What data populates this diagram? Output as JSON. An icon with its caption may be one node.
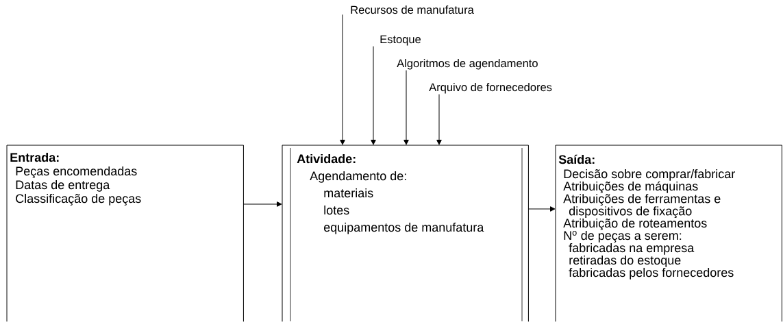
{
  "diagram": {
    "nodes": [
      {
        "text": [
          "Entrada:",
          "Peças encomendadas",
          "Datas de entrega",
          "Classificação de peças"
        ]
      },
      {
        "text": [
          "Atividade:",
          "Agendamento de:",
          "materiais",
          "lotes",
          "equipamentos de manufatura"
        ]
      },
      {
        "text": [
          "Saída:",
          "Decisão sobre comprar/fabricar",
          "Atribuições de máquinas",
          "Atribuições de ferramentas e dispositivos de fixação",
          "Atribuição de roteamentos",
          "N$^{o}$ de peças a serem:",
          "fabricadas na empresa",
          "retiradas do estoque",
          "fabricadas pelos fornecedores"
        ]
      },
      {
        "text": [
          "Recursos de manufatura"
        ]
      },
      {
        "text": [
          "Estoque"
        ]
      },
      {
        "text": [
          "Algoritmos de agendamento"
        ]
      },
      {
        "text": [
          "Arquivo de fornecedores"
        ]
      }
    ],
    "edges": [
      {
        "from": 0,
        "to": 1,
        "arrow": "to"
      },
      {
        "from": 1,
        "to": 2,
        "arrow": "to"
      },
      {
        "from": 3,
        "to": 1,
        "arrow": "to"
      },
      {
        "from": 4,
        "to": 1,
        "arrow": "to"
      },
      {
        "from": 5,
        "to": 1,
        "arrow": "to"
      },
      {
        "from": 6,
        "to": 1,
        "arrow": "to"
      }
    ]
  }
}
